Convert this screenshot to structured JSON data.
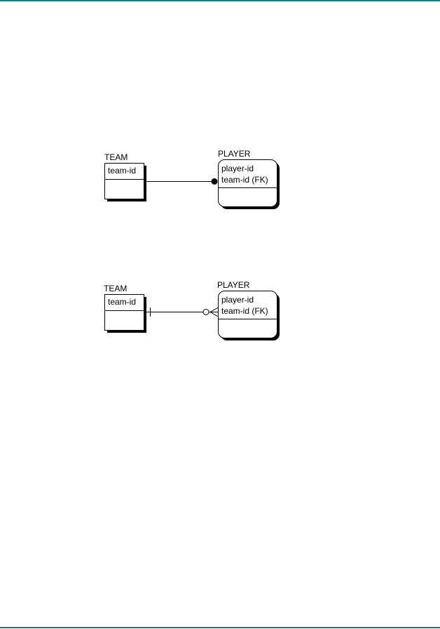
{
  "colors": {
    "rule": "#0f7f80",
    "ink": "#000000",
    "shadow": "#000000"
  },
  "diagrams": [
    {
      "relationship": "identifying",
      "parent": {
        "name": "TEAM",
        "attributes": [
          "team-id"
        ]
      },
      "child": {
        "name": "PLAYER",
        "attributes": [
          "player-id",
          "team-id (FK)"
        ]
      },
      "parent_end": "none",
      "child_end": "filled-dot"
    },
    {
      "relationship": "identifying",
      "parent": {
        "name": "TEAM",
        "attributes": [
          "team-id"
        ]
      },
      "child": {
        "name": "PLAYER",
        "attributes": [
          "player-id",
          "team-id (FK)"
        ]
      },
      "parent_end": "one",
      "child_end": "zero-or-many"
    }
  ]
}
